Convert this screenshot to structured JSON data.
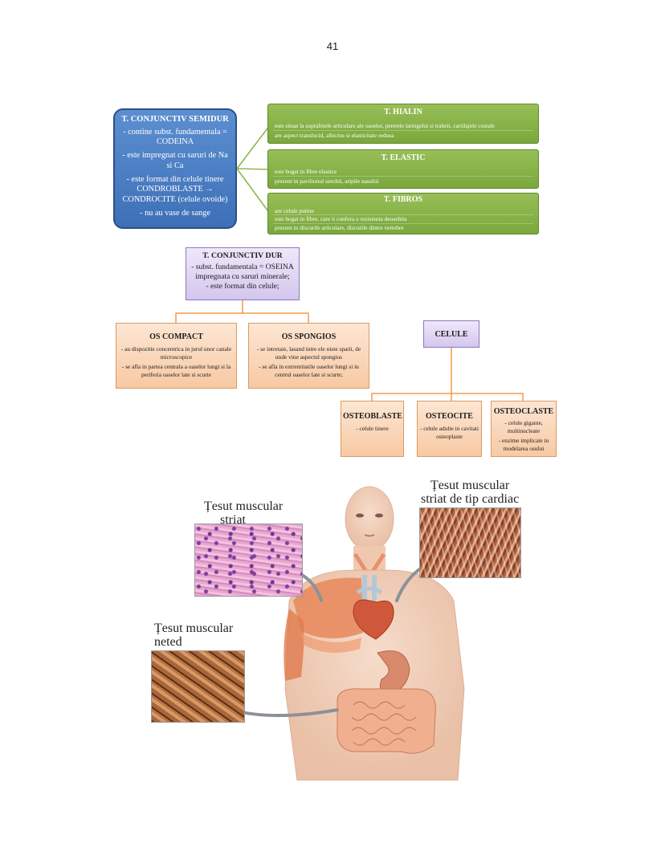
{
  "page_number": "41",
  "cartilage": {
    "title": "T. CONJUNCTIV SEMIDUR",
    "lines": [
      "- contine subst. fundamentala = CODEINA",
      "- este impregnat cu saruri de Na si Ca",
      "- este format din celule tinere CONDROBLASTE → CONDROCITE (celule ovoide)",
      "- nu au vase de sange"
    ],
    "types": [
      {
        "title": "T. HIALIN",
        "lines": [
          "este situat la suprafetele articulare ale oaselor, peretele laringelui si traheii, cartilajele costale",
          "are aspect translucid, albicios si elasticitate redusa"
        ]
      },
      {
        "title": "T. ELASTIC",
        "lines": [
          "este bogat in fibre elastice",
          "prezent in pavilionul urechii, aripile nasului"
        ]
      },
      {
        "title": "T. FIBROS",
        "lines": [
          "are celule putine",
          "este bogat in fibre, care ii confera o rezistenta deosebita",
          "prezent in discurile articulare, discurile dintre vertebre"
        ]
      }
    ]
  },
  "bone": {
    "title": "T. CONJUNCTIV DUR",
    "lines": [
      "- subst. fundamentala = OSEINA impregnata cu saruri minerale;",
      "- este format din celule;"
    ],
    "os_compact": {
      "title": "OS COMPACT",
      "lines": [
        "- au dispozitie concentrica in jurul unor canale microscopice",
        "- se afla in partea centrala a oaselor lungi si la periferia oaselor late si scurte"
      ]
    },
    "os_spongios": {
      "title": "OS SPONGIOS",
      "lines": [
        "- se intretaie, lasand intre ele niste spatii, de unde vine aspectul spongios",
        "- se afla in extremitatile oaselor lungi si in centrul oaselor late si scurte;"
      ]
    },
    "cells_title": "CELULE",
    "cells": [
      {
        "title": "OSTEOBLASTE",
        "lines": [
          "- celule tinere"
        ]
      },
      {
        "title": "OSTEOCITE",
        "lines": [
          "- celule adulte in cavitati osteoplaste"
        ]
      },
      {
        "title": "OSTEOCLASTE",
        "lines": [
          "- celule gigante, multinucleate",
          "- enzime implicate in modelarea osului"
        ]
      }
    ]
  },
  "muscles": {
    "striat": [
      "Țesut muscular",
      "striat"
    ],
    "cardiac": [
      "Țesut muscular",
      "striat de tip cardiac"
    ],
    "neted": [
      "Țesut muscular",
      "neted"
    ]
  },
  "colors": {
    "blue": "#4a7fc4",
    "green": "#8bb44a",
    "purple": "#dcd0f0",
    "orange": "#fbd5b5",
    "connector_green": "#8db84c",
    "connector_orange": "#f08b2c"
  }
}
